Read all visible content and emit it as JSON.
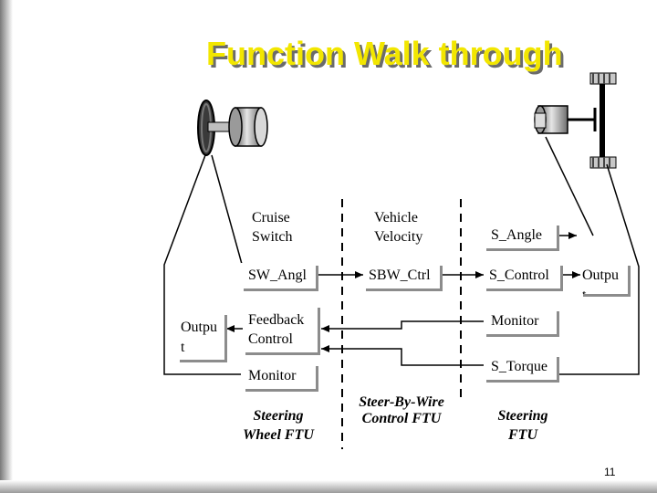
{
  "slide": {
    "title": "Function Walk through",
    "page_number": "11"
  },
  "boxes": {
    "cruise_switch": "Cruise Switch",
    "vehicle_velocity": "Vehicle Velocity",
    "s_angle": "S_Angle",
    "sw_angl": "SW_Angl",
    "sbw_ctrl": "SBW_Ctrl",
    "s_control": "S_Control",
    "output_right": "Outpu t",
    "output_left": "Outpu t",
    "feedback_control": "Feedback Control",
    "monitor_right": "Monitor",
    "monitor_left": "Monitor",
    "s_torque": "S_Torque"
  },
  "ftu_labels": {
    "steering_wheel_ftu": "Steering Wheel FTU",
    "steer_by_wire_ftu": "Steer-By-Wire Control FTU",
    "steering_ftu": "Steering FTU"
  },
  "colors": {
    "title": "#f2e600",
    "title_shadow": "#6b6b6b",
    "box_shadow": "#8c8c8c",
    "line": "#000000"
  }
}
